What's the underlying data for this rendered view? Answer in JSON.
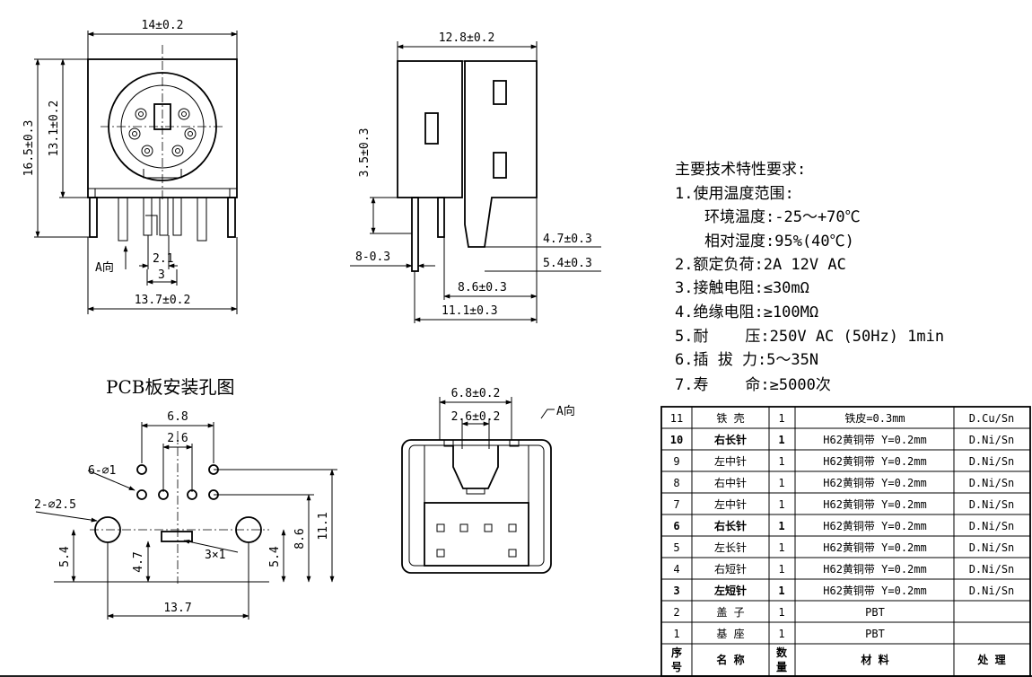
{
  "front_view": {
    "width_top": "14±0.2",
    "height_total": "16.5±0.3",
    "height_inner": "13.1±0.2",
    "pin_spacing_small": "2.1",
    "pin_spacing": "3",
    "width_bottom": "13.7±0.2",
    "direction_label": "A向"
  },
  "side_view": {
    "width_top": "12.8±0.2",
    "height": "3.5±0.3",
    "pin_offset": "8-0.3",
    "dim_a": "4.7±0.3",
    "dim_b": "5.4±0.3",
    "dim_c": "8.6±0.3",
    "dim_d": "11.1±0.3"
  },
  "specs": {
    "title": "主要技术特性要求:",
    "lines": [
      "1.使用温度范围:",
      "环境温度:-25～+70℃",
      "相对湿度:95%(40℃)",
      "2.额定负荷:2A 12V AC",
      "3.接触电阻:≤30mΩ",
      "4.绝缘电阻:≥100MΩ",
      "5.耐    压:250V AC (50Hz) 1min",
      "6.插 拔 力:5～35N",
      "7.寿    命:≥5000次"
    ]
  },
  "pcb": {
    "title": "PCB板安装孔图",
    "dim_68": "6.8",
    "dim_26": "2.6",
    "holes_small": "6-⌀1",
    "holes_big": "2-⌀2.5",
    "slot": "3×1",
    "dim_54_left": "5.4",
    "dim_47": "4.7",
    "dim_54_right": "5.4",
    "dim_86": "8.6",
    "dim_111": "11.1",
    "dim_137": "13.7"
  },
  "bottom_view": {
    "dim_top": "6.8±0.2",
    "dim_inner": "2.6±0.2",
    "direction_label": "A向"
  },
  "bom": {
    "header": [
      "序号",
      "名  称",
      "数量",
      "材  料",
      "处  理"
    ],
    "rows": [
      {
        "no": "11",
        "name": "铁 壳",
        "qty": "1",
        "material": "铁皮=0.3mm",
        "treat": "D.Cu/Sn",
        "bold": false
      },
      {
        "no": "10",
        "name": "右长针",
        "qty": "1",
        "material": "H62黄铜带 Y=0.2mm",
        "treat": "D.Ni/Sn",
        "bold": true
      },
      {
        "no": "9",
        "name": "左中针",
        "qty": "1",
        "material": "H62黄铜带 Y=0.2mm",
        "treat": "D.Ni/Sn",
        "bold": false
      },
      {
        "no": "8",
        "name": "右中针",
        "qty": "1",
        "material": "H62黄铜带 Y=0.2mm",
        "treat": "D.Ni/Sn",
        "bold": false
      },
      {
        "no": "7",
        "name": "左中针",
        "qty": "1",
        "material": "H62黄铜带 Y=0.2mm",
        "treat": "D.Ni/Sn",
        "bold": false
      },
      {
        "no": "6",
        "name": "右长针",
        "qty": "1",
        "material": "H62黄铜带 Y=0.2mm",
        "treat": "D.Ni/Sn",
        "bold": true
      },
      {
        "no": "5",
        "name": "左长针",
        "qty": "1",
        "material": "H62黄铜带 Y=0.2mm",
        "treat": "D.Ni/Sn",
        "bold": false
      },
      {
        "no": "4",
        "name": "右短针",
        "qty": "1",
        "material": "H62黄铜带 Y=0.2mm",
        "treat": "D.Ni/Sn",
        "bold": false
      },
      {
        "no": "3",
        "name": "左短针",
        "qty": "1",
        "material": "H62黄铜带 Y=0.2mm",
        "treat": "D.Ni/Sn",
        "bold": true
      },
      {
        "no": "2",
        "name": "盖 子",
        "qty": "1",
        "material": "PBT",
        "treat": "",
        "bold": false
      },
      {
        "no": "1",
        "name": "基 座",
        "qty": "1",
        "material": "PBT",
        "treat": "",
        "bold": false
      }
    ]
  }
}
